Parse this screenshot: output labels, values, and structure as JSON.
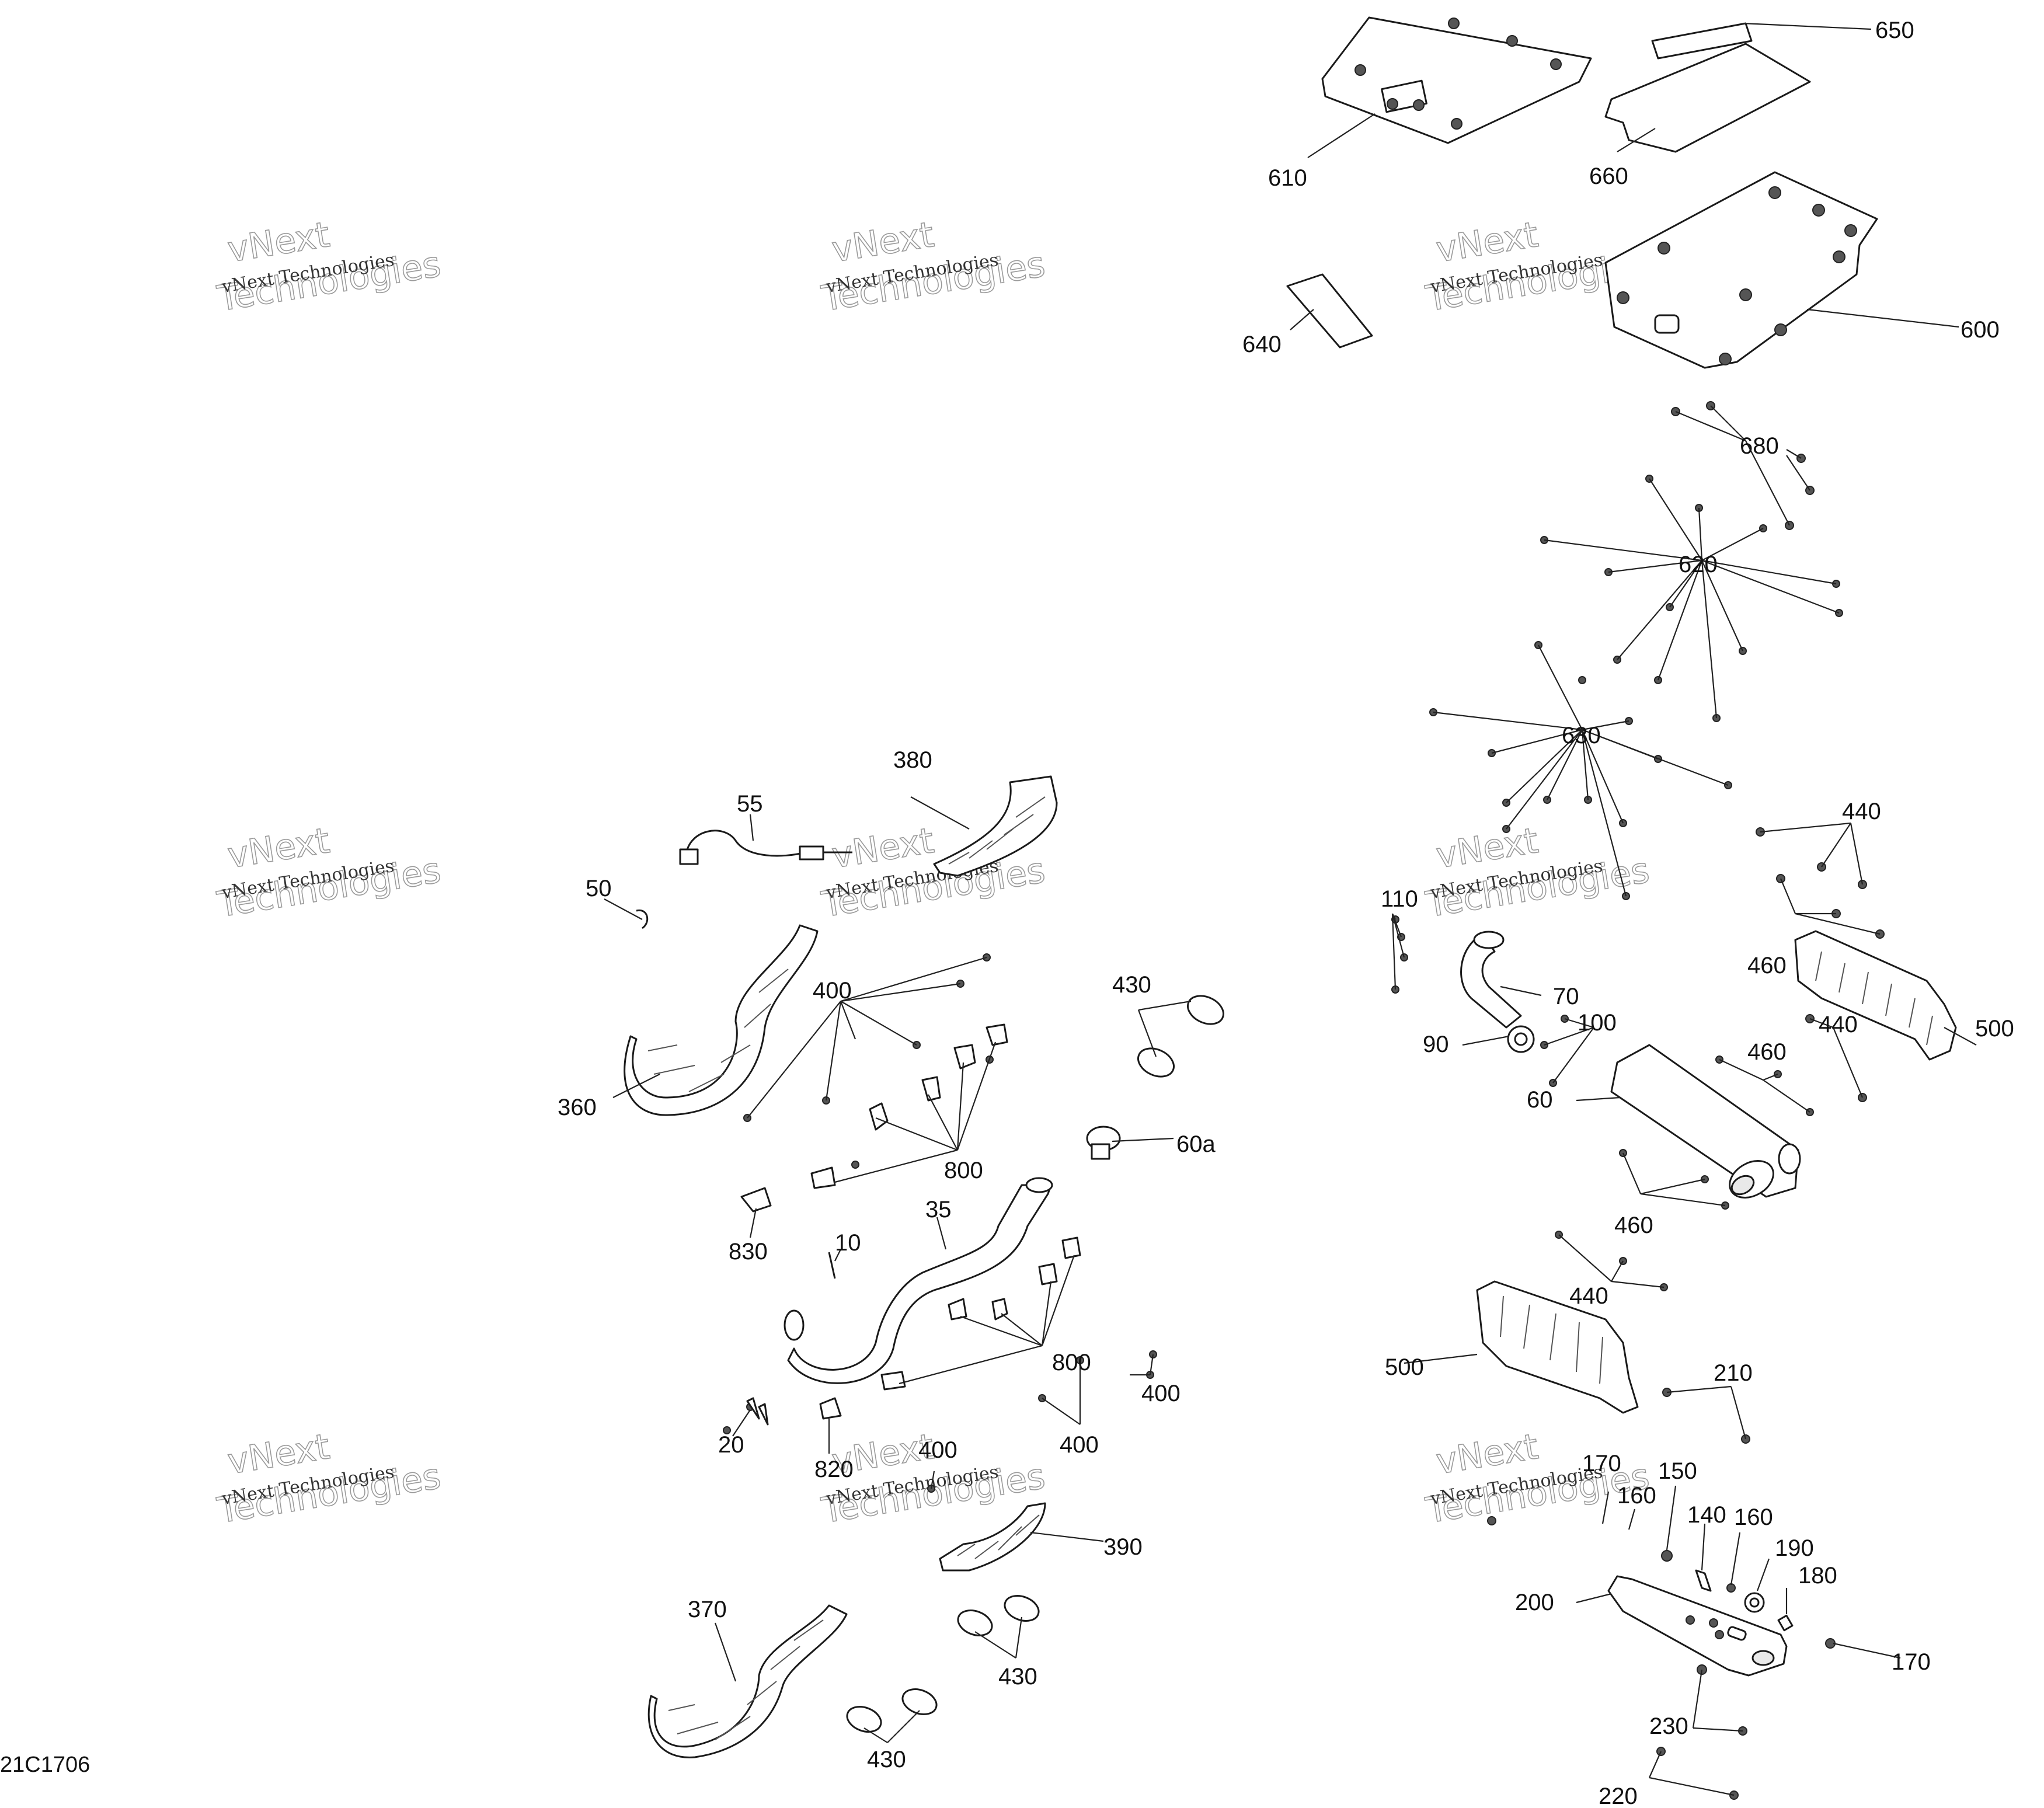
{
  "diagram": {
    "reference_code": "21C1706",
    "watermark": {
      "line1": "vNext",
      "line2": "vNext Technologies",
      "line3": "Technologies"
    },
    "callouts": [
      "650",
      "610",
      "660",
      "640",
      "600",
      "680",
      "620",
      "630",
      "440",
      "380",
      "55",
      "50",
      "110",
      "70",
      "460",
      "500",
      "400",
      "430",
      "90",
      "100",
      "440",
      "360",
      "460",
      "60",
      "800",
      "60a",
      "460",
      "35",
      "830",
      "10",
      "440",
      "800",
      "500",
      "210",
      "400",
      "20",
      "400",
      "820",
      "400",
      "170",
      "150",
      "160",
      "140",
      "160",
      "190",
      "390",
      "180",
      "200",
      "370",
      "430",
      "170",
      "430",
      "230",
      "220"
    ]
  }
}
